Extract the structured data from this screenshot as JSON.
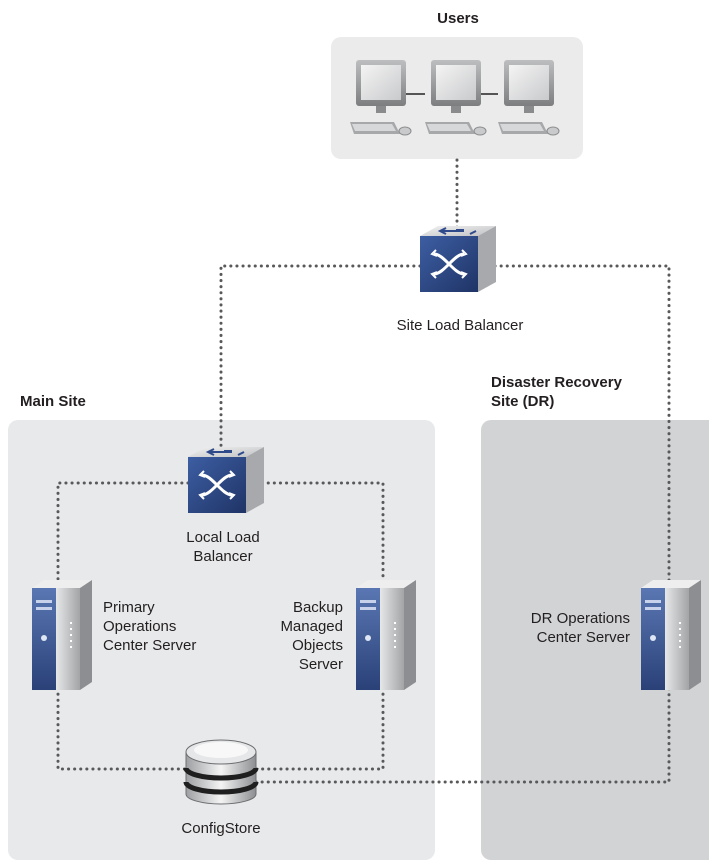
{
  "zones": {
    "users": {
      "label": "Users"
    },
    "main_site": {
      "label": "Main Site"
    },
    "dr_site": {
      "label_line1": "Disaster Recovery",
      "label_line2": "Site (DR)"
    }
  },
  "nodes": {
    "site_load_balancer": {
      "label": "Site Load Balancer"
    },
    "local_load_balancer": {
      "label_line1": "Local Load",
      "label_line2": "Balancer"
    },
    "primary_server": {
      "label_line1": "Primary",
      "label_line2": "Operations",
      "label_line3": "Center Server"
    },
    "backup_server": {
      "label_line1": "Backup",
      "label_line2": "Managed",
      "label_line3": "Objects",
      "label_line4": "Server"
    },
    "dr_server": {
      "label_line1": "DR Operations",
      "label_line2": "Center Server"
    },
    "configstore": {
      "label": "ConfigStore"
    }
  },
  "colors": {
    "users_zone": "#ebebeb",
    "main_zone": "#e8e9ea",
    "dr_zone": "#d2d3d5",
    "connector": "#58595b",
    "device_blue": "#2e4a8a"
  }
}
